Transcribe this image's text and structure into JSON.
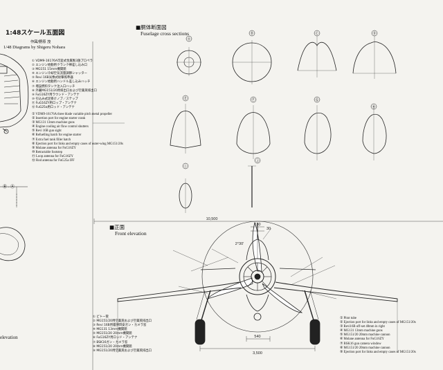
{
  "header": {
    "title": "1:48スケール五面図",
    "credit_jp": "作図/野原 茂",
    "credit_en": "1/48 Diagrams by Shigeru Nohara"
  },
  "sections": {
    "heading_jp": "■胴体断面図",
    "heading_en": "Fuselage cross sections",
    "labels": [
      "Ⓐ",
      "Ⓑ",
      "Ⓒ",
      "Ⓓ",
      "Ⓔ",
      "Ⓕ",
      "Ⓖ",
      "Ⓗ",
      "Ⓘ",
      "Ⓙ"
    ]
  },
  "front": {
    "heading_jp": "■正面",
    "heading_en": "Front elevation",
    "dim_span": "10,500",
    "dim_top": "130",
    "dim_top2": "30",
    "dim_angle": "2°30'",
    "dim_track": "3,500",
    "dim_gear": "540"
  },
  "left_fragment": {
    "section_label": "Ⓑ - Ⓐ",
    "bottom_label": "elevation"
  },
  "legend_top_jp": [
    "① VDM9-16176A可変式金属製3翅プロペラ",
    "② エンジン始動用クランク棒差し込み口",
    "③ MG151 15mm機関銃",
    "④ エンジン冷却空気流量調節シャッター",
    "⑤ Revi 16B光像式射撃照準器",
    "⑥ エンジン始動用ハンドル差し込みハッチ",
    "⑦ 増設燃料タンク注入口ハッチ",
    "⑧ 外翼MG151/20用排出口および空薬莢排出口",
    "⑨ FuG16ZY用ラウンド・アンテナ",
    "⑩ 引込み式足掛けノブ／ステップ",
    "⑪ FuG16ZY用ロップ・アンテナ",
    "⑫ FuG25a用ロッド・アンテナ"
  ],
  "legend_top_en": [
    "① VDM9-16176A three blade variable pitch metal propeller",
    "② Insertion port for engine starter crank",
    "③ MG131 13mm machine guns",
    "④ Engine cooling air flow control shutters",
    "⑤ Revi 16B gun sight",
    "⑥ Refuelling hatch for engine starter",
    "⑦ Extra fuel tank filler hatch",
    "⑧ Ejection port for links and empty cases of outer-wing MG151/20s",
    "⑨ Molane antenna for FuG16ZY",
    "⑩ Retractable footstep",
    "⑪ Loop antenna for FuG16ZY",
    "⑫ Rod antenna for FuG25a IFF"
  ],
  "legend_bottom_left": [
    "① ピトー管",
    "② MG151/20用空薬莢および空薬莢排出口",
    "③ Revi 16B用着弾目安ガン・カメラ窓",
    "④ MG131 13mm機関銃",
    "⑤ MG151/20 20mm機関銃",
    "⑥ FuG16ZY用ロッド・アンテナ",
    "⑦ BSK16ガン・カメラ窓",
    "⑧ MG151/20 20mm機関銃",
    "⑨ MG151/20用空薬莢および空薬莢排出口"
  ],
  "legend_bottom_right": [
    "① Pitot tube",
    "② Ejection port for links and empty cases of MG151/20s",
    "③ Revi16B off-set 40mm in right",
    "④ MG131 13mm machine guns",
    "⑤ MG151/20 20mm machine cannon",
    "⑥ Molane antenna for FuG16ZY",
    "⑦ BSK16 gun camera window",
    "⑧ MG151/20 20mm machine cannon",
    "⑨ Ejection port for links and empty cases of MG151/20s"
  ]
}
